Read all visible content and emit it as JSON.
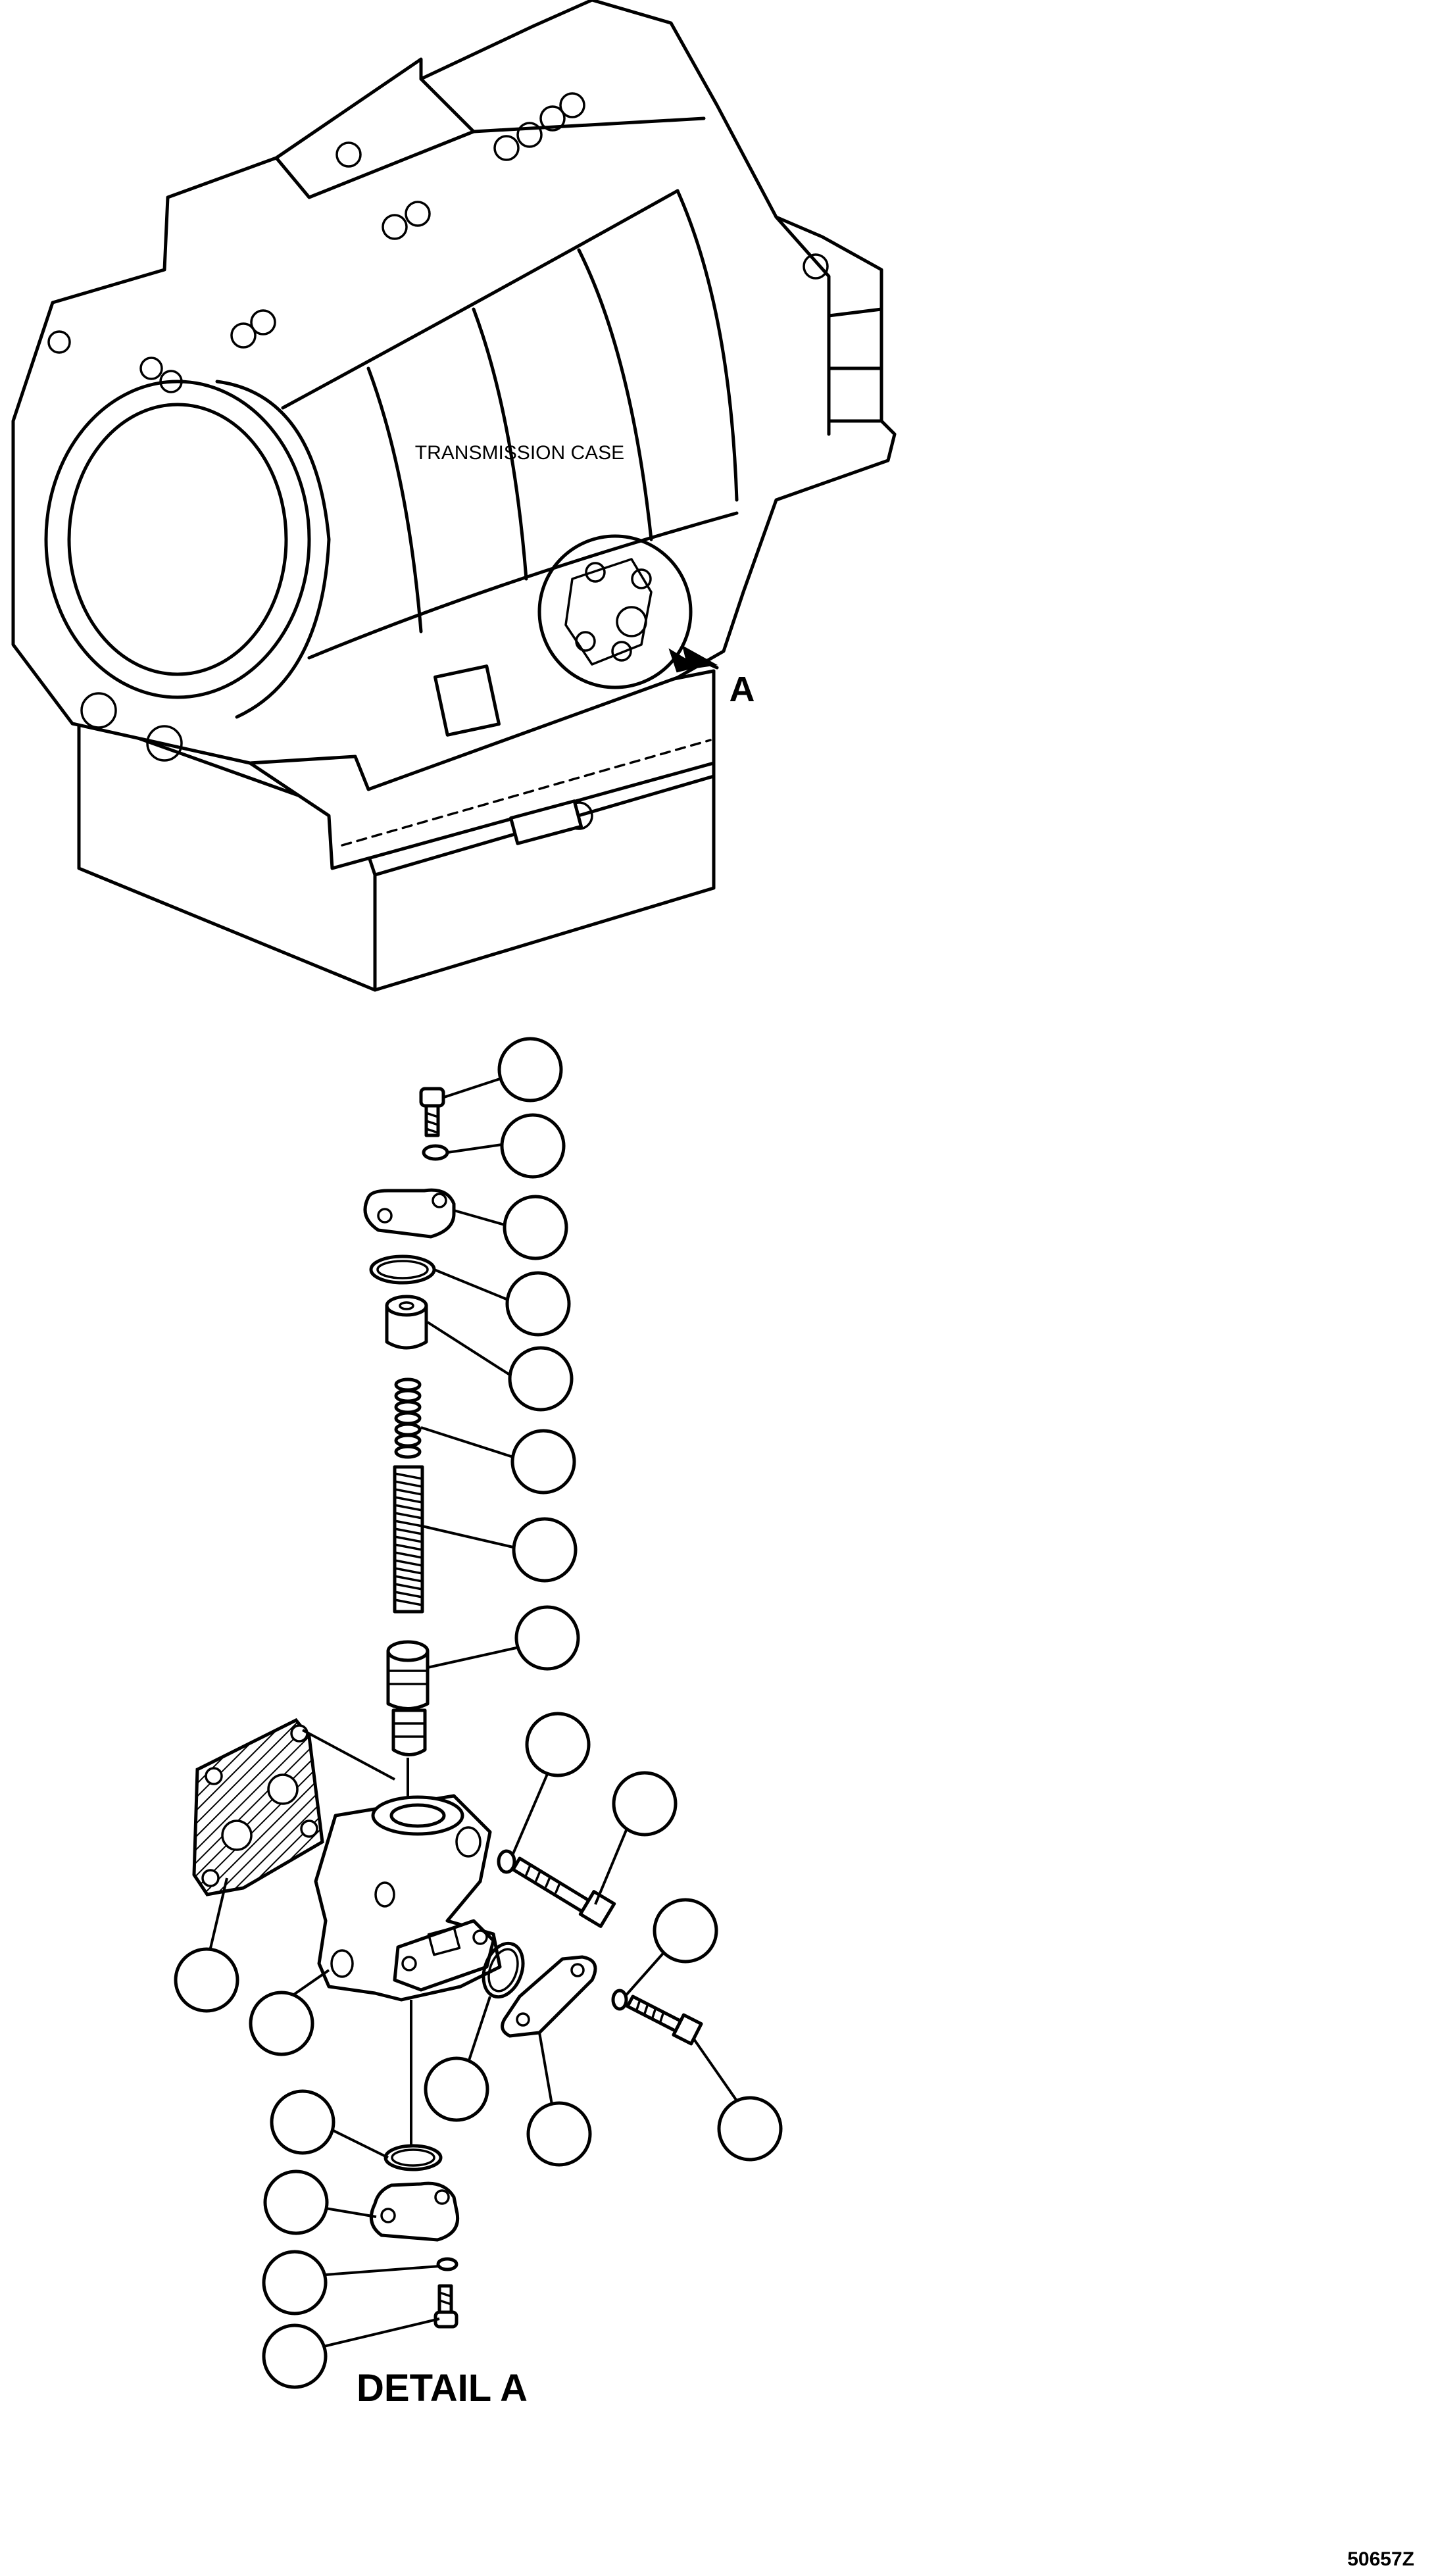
{
  "labels": {
    "case": "TRANSMISSION CASE",
    "view_marker": "A",
    "detail": "DETAIL A",
    "figure_code": "50657Z"
  },
  "callouts": [
    {
      "id": "c1",
      "number": ""
    },
    {
      "id": "c2",
      "number": ""
    },
    {
      "id": "c3",
      "number": ""
    },
    {
      "id": "c4",
      "number": ""
    },
    {
      "id": "c5",
      "number": ""
    },
    {
      "id": "c6",
      "number": ""
    },
    {
      "id": "c7",
      "number": ""
    },
    {
      "id": "c8",
      "number": ""
    },
    {
      "id": "c9",
      "number": ""
    },
    {
      "id": "c10",
      "number": ""
    },
    {
      "id": "c11",
      "number": ""
    },
    {
      "id": "c12",
      "number": ""
    },
    {
      "id": "c13",
      "number": ""
    },
    {
      "id": "c14",
      "number": ""
    },
    {
      "id": "c15",
      "number": ""
    },
    {
      "id": "c16",
      "number": ""
    },
    {
      "id": "c17",
      "number": ""
    },
    {
      "id": "c18",
      "number": ""
    },
    {
      "id": "c19",
      "number": ""
    },
    {
      "id": "c20",
      "number": ""
    },
    {
      "id": "c21",
      "number": ""
    },
    {
      "id": "c22",
      "number": ""
    }
  ]
}
